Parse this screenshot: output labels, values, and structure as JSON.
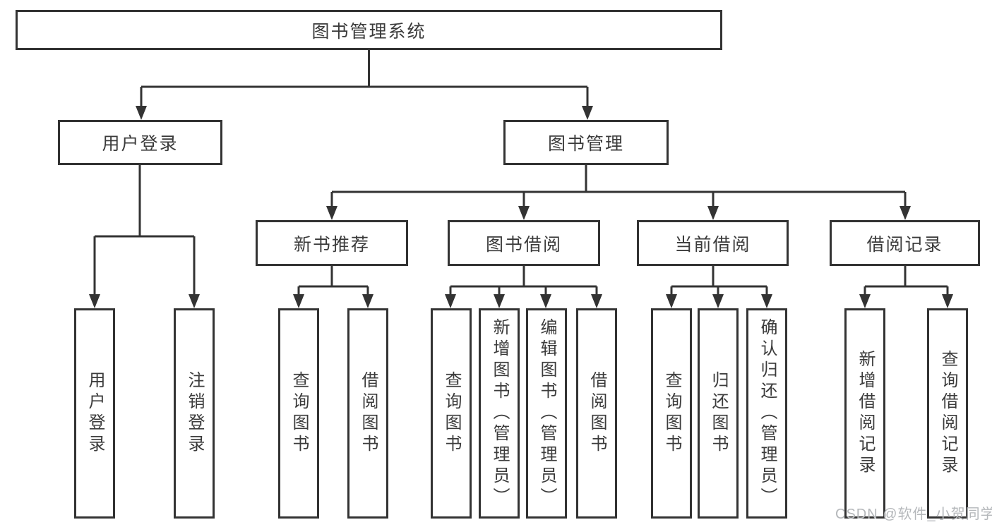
{
  "diagram": {
    "title": "图书管理系统",
    "type": "hierarchy-tree",
    "colors": {
      "line": "#333333",
      "box_border": "#333333",
      "text": "#3b3b3b",
      "background": "#ffffff",
      "watermark": "#b4b7ba"
    }
  },
  "tree": {
    "label": "图书管理系统",
    "children": [
      {
        "label": "用户登录",
        "children": [
          {
            "label": "用户登录"
          },
          {
            "label": "注销登录"
          }
        ]
      },
      {
        "label": "图书管理",
        "children": [
          {
            "label": "新书推荐",
            "children": [
              {
                "label": "查询图书"
              },
              {
                "label": "借阅图书"
              }
            ]
          },
          {
            "label": "图书借阅",
            "children": [
              {
                "label": "查询图书"
              },
              {
                "label": "新增图书（管理员）"
              },
              {
                "label": "编辑图书（管理员）"
              },
              {
                "label": "借阅图书"
              }
            ]
          },
          {
            "label": "当前借阅",
            "children": [
              {
                "label": "查询图书"
              },
              {
                "label": "归还图书"
              },
              {
                "label": "确认归还（管理员）"
              }
            ]
          },
          {
            "label": "借阅记录",
            "children": [
              {
                "label": "新增借阅记录"
              },
              {
                "label": "查询借阅记录"
              }
            ]
          }
        ]
      }
    ]
  },
  "watermark": "CSDN @软件_小贺同学"
}
